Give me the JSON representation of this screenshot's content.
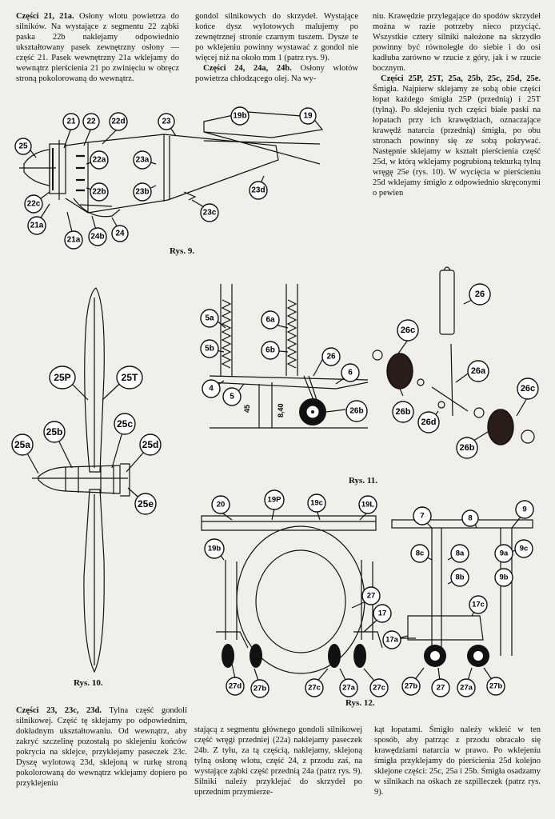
{
  "col1_top": {
    "lead": "Części 21, 21a.",
    "body": "Osłony wlotu powietrza do silników. Na wystające z segmentu 22 ząbki paska 22b naklejamy odpowiednio ukształtowany pasek zewnętrzny osłony — część 21. Pasek wewnętrzny 21a wklejamy do wewnątrz pierścienia 21 po zwinięciu w obręcz stroną pokolorowaną do wewnątrz."
  },
  "col2_top": {
    "p1": "gondol silnikowych do skrzydeł. Wystające końce dysz wylotowych malujemy po zewnętrznej stronie czarnym tuszem. Dysze te po wklejeniu powinny wystawać z gondol nie więcej niż na około mm 1 (patrz rys. 9).",
    "lead2": "Części 24, 24a, 24b.",
    "p2": "Osłony wlotów powietrza chłodzącego olej. Na wy-"
  },
  "col3_top": {
    "p1": "niu. Krawędzie przylegające do spodów skrzydeł można w razie potrzeby nieco przyciąć. Wszystkie cztery silniki nałożone na skrzydło powinny być równoległe do siebie i do osi kadłuba zarówno w rzucie z góry, jak i w rzucie bocznym.",
    "lead2": "Części 25P, 25T, 25a, 25b, 25c, 25d, 25e.",
    "p2": "Śmigła. Najpierw sklejamy ze sobą obie części łopat każdego śmigła 25P (przednią) i 25T (tylną). Po sklejeniu tych części białe paski na łopatach przy ich krawędziach, oznaczające krawędź natarcia (przednią) śmigła, po obu stronach powinny się ze sobą pokrywać. Następnie sklejamy w kształt pierścienia część 25d, w którą wklejamy pogrubioną tekturką tylną wręgę 25e (rys. 10). W wycięcia w pierścieniu 25d wklejamy śmigło z odpowiednio skręconymi o pewien"
  },
  "col1_bottom": {
    "lead": "Części 23, 23c, 23d.",
    "body": "Tylna część gondoli silnikowej. Część tę sklejamy po odpowiednim, dokładnym ukształtowaniu. Od wewnątrz, aby zakryć szczelinę pozostałą po sklejeniu końców pokrycia na sklejce, przyklejamy paseczek 23c. Dyszę wylotową 23d, sklejoną w rurkę stroną pokolorowaną do wewnątrz wklejamy dopiero po przyklejeniu"
  },
  "col2_bottom": {
    "body": "stającą z segmentu głównego gondoli silnikowej część wręgi przedniej (22a) naklejamy paseczek 24b. Z tyłu, za tą częścią, naklejamy, sklejoną tylną osłonę wlotu, część 24, z przodu zaś, na wystające ząbki część przednią 24a (patrz rys. 9). Silniki należy przyklejać do skrzydeł po uprzednim przymierze-"
  },
  "col3_bottom": {
    "body": "kąt łopatami. Śmigło należy wkleić w ten sposób, aby patrząc z przodu obracało się krawędziami natarcia w prawo. Po wklejeniu śmigła przyklejamy do pierścienia 25d kolejno sklejone części: 25c, 25a i 25b. Śmigła osadzamy w silnikach na ośkach ze szpilleczek (patrz rys. 9)."
  },
  "captions": {
    "fig9": "Rys. 9.",
    "fig10": "Rys. 10.",
    "fig11": "Rys. 11.",
    "fig12": "Rys. 12."
  },
  "fig9_labels": [
    "21",
    "22",
    "22d",
    "23",
    "19b",
    "19",
    "25",
    "22a",
    "23a",
    "22b",
    "23b",
    "23d",
    "22c",
    "21a",
    "21a",
    "24b",
    "24",
    "23c"
  ],
  "fig10_labels": [
    "25P",
    "25T",
    "25b",
    "25c",
    "25d",
    "25a",
    "25e"
  ],
  "fig11_labels": [
    "5a",
    "5b",
    "6a",
    "6b",
    "26",
    "6",
    "4",
    "5",
    "26b",
    "26c",
    "26",
    "26b",
    "26a",
    "26d",
    "26b",
    "26c"
  ],
  "fig11_dims": [
    "45",
    "8,40"
  ],
  "fig12_labels": [
    "20",
    "19P",
    "19c",
    "19L",
    "19b",
    "27",
    "17",
    "27d",
    "27b",
    "27c",
    "27a",
    "27c",
    "7",
    "8",
    "9",
    "8c",
    "8a",
    "9a",
    "9c",
    "8b",
    "9b",
    "17c",
    "17a",
    "27b",
    "27",
    "27a",
    "27b"
  ],
  "colors": {
    "paper": "#f1efe9",
    "ink": "#111111"
  }
}
